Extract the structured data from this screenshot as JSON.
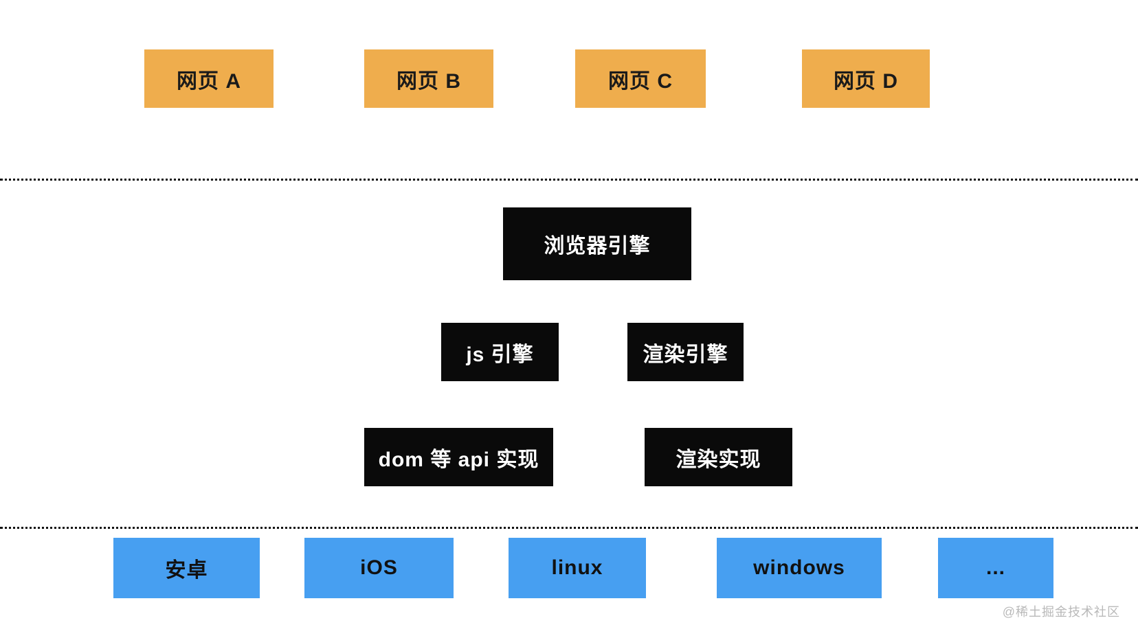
{
  "diagram": {
    "web_pages": [
      {
        "label": "网页 A"
      },
      {
        "label": "网页 B"
      },
      {
        "label": "网页 C"
      },
      {
        "label": "网页 D"
      }
    ],
    "browser_engine": {
      "label": "浏览器引擎"
    },
    "engines": [
      {
        "label": "js 引擎"
      },
      {
        "label": "渲染引擎"
      }
    ],
    "implementations": [
      {
        "label": "dom 等 api 实现"
      },
      {
        "label": "渲染实现"
      }
    ],
    "platforms": [
      {
        "label": "安卓"
      },
      {
        "label": "iOS"
      },
      {
        "label": "linux"
      },
      {
        "label": "windows"
      },
      {
        "label": "..."
      }
    ],
    "watermark": "@稀土掘金技术社区",
    "colors": {
      "web_page_fill": "#EFAD4D",
      "engine_fill": "#0A0A0A",
      "platform_fill": "#479FF1",
      "dotted_line": "#111111",
      "watermark_text": "#B9B9B9"
    }
  }
}
